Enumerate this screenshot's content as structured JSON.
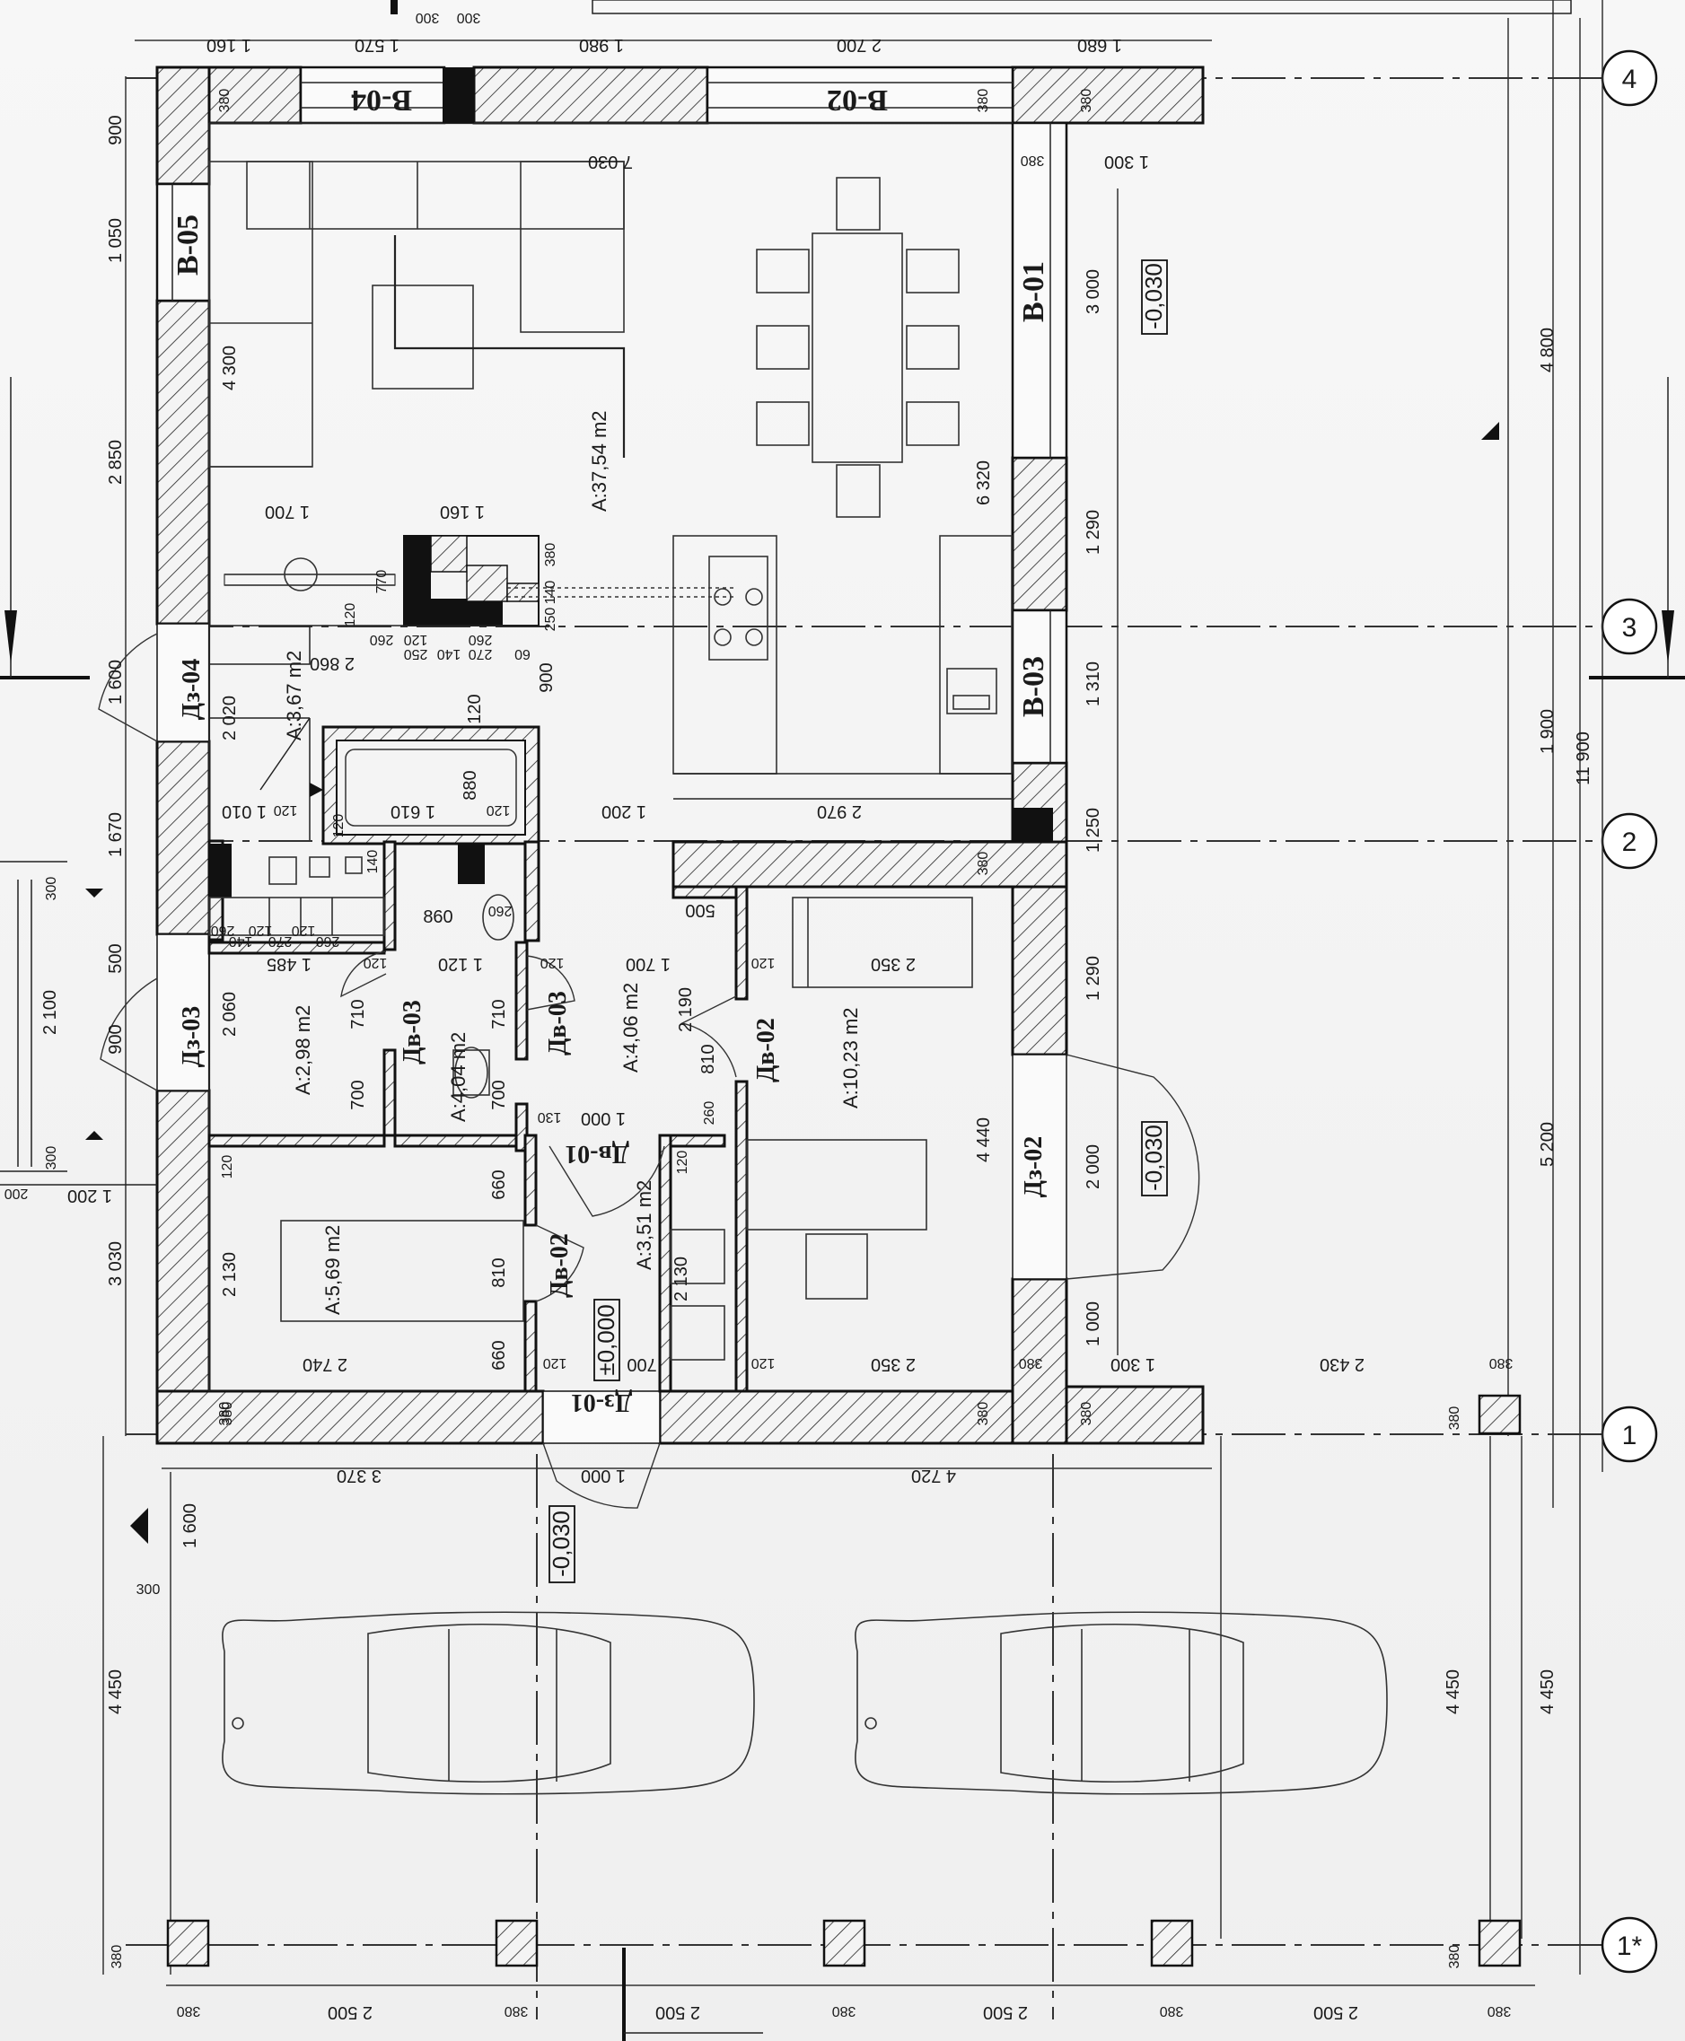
{
  "axes": {
    "axis_4": "4",
    "axis_3": "3",
    "axis_2": "2",
    "axis_1": "1",
    "axis_1s": "1*"
  },
  "windows": {
    "v04": "В-04",
    "v02": "В-02",
    "v05": "В-05",
    "v01": "В-01",
    "v03": "В-03"
  },
  "doors": {
    "dz04": "Дз-04",
    "dz03": "Дз-03",
    "dz02": "Дз-02",
    "dz01": "Дз-01",
    "dv03a": "Дв-03",
    "dv03b": "Дв-03",
    "dv02a": "Дв-02",
    "dv02b": "Дв-02",
    "dv01": "Дв-01"
  },
  "areas": {
    "living": "A:37,54 m2",
    "stair": "A:3,67 m2",
    "hall_left": "A:2,98 m2",
    "wc": "A:4,04 m2",
    "corridor": "A:4,06 m2",
    "bedroom": "A:10,23 m2",
    "room_small": "A:5,69 m2",
    "vestibule": "A:3,51 m2"
  },
  "levels": {
    "lvl_right_top": "-0,030",
    "lvl_right_mid": "-0,030",
    "lvl_zero": "±0,000",
    "lvl_bottom": "-0,030"
  },
  "dims_top": {
    "t1": "1 160",
    "t2": "1 570",
    "t3": "300",
    "t4": "300",
    "t5": "1 980",
    "t6": "2 700",
    "t7": "1 680"
  },
  "dims_right": {
    "r1": "4 800",
    "r2": "1 900",
    "r3": "11 900",
    "r4": "5 200",
    "r5": "4 450",
    "r6": "4 450",
    "r7": "3 000",
    "r8": "6 320",
    "r9": "1 290",
    "r10": "1 310",
    "r11": "1 250",
    "r12": "1 290",
    "r13": "2 000",
    "r14": "1 000",
    "r15": "4 440"
  },
  "dims_left": {
    "l1": "900",
    "l2": "1 050",
    "l3": "2 850",
    "l4": "1 600",
    "l5": "1 670",
    "l6": "300",
    "l7": "500",
    "l8": "2 100",
    "l9": "900",
    "l10": "300",
    "l11": "3 030",
    "l12": "4 450",
    "l13": "1 600",
    "l14": "300",
    "l15": "4 300",
    "l16": "2 020",
    "l17": "2 060",
    "l18": "2 130",
    "l19": "1 200",
    "l20": "200",
    "l21": "380",
    "l22": "380"
  },
  "dims_bottom": {
    "b1": "3 370",
    "b2": "1 000",
    "b3": "4 720",
    "p1": "2 500",
    "p2": "2 500",
    "p3": "2 500",
    "p4": "2 500",
    "c1": "380",
    "c2": "380",
    "c3": "380",
    "c4": "380",
    "c5": "380"
  },
  "dims_inner": {
    "i1": "7 030",
    "i2": "1 300",
    "i3": "380",
    "i4": "380",
    "i5": "380",
    "i6": "380",
    "i7": "1 700",
    "i8": "1 160",
    "i9": "770",
    "i10": "380",
    "i11": "140",
    "i12": "250",
    "i13": "120",
    "i14": "260",
    "i15": "120",
    "i16": "250",
    "i17": "260",
    "i18": "140",
    "i19": "270",
    "i20": "60",
    "i21": "2 860",
    "i22": "900",
    "i23": "120",
    "i24": "1 010",
    "i25": "120",
    "i26": "1 610",
    "i27": "120",
    "i28": "1 200",
    "i29": "2 970",
    "i30": "880",
    "i31": "120",
    "i32": "140",
    "i33": "860",
    "i34": "260",
    "i35": "500",
    "i36": "380",
    "i37": "1 485",
    "i38": "120",
    "i39": "1 120",
    "i40": "120",
    "i41": "1 700",
    "i42": "120",
    "i43": "2 350",
    "i44": "710",
    "i45": "700",
    "i46": "710",
    "i47": "700",
    "i48": "2 190",
    "i49": "810",
    "i50": "260",
    "i51": "130",
    "i52": "1 000",
    "i53": "120",
    "i54": "660",
    "i55": "810",
    "i56": "660",
    "i57": "2 130",
    "i58": "2 740",
    "i59": "120",
    "i60": "700",
    "i61": "120",
    "i62": "2 350",
    "i63": "380",
    "i64": "1 300",
    "i65": "2 430",
    "i66": "380",
    "i67": "120",
    "i68": "260",
    "i69": "120",
    "i70": "140",
    "i71": "270",
    "i72": "120",
    "i73": "260",
    "i74": "380",
    "i75": "380",
    "i76": "380",
    "i77": "380",
    "i78": "380"
  }
}
